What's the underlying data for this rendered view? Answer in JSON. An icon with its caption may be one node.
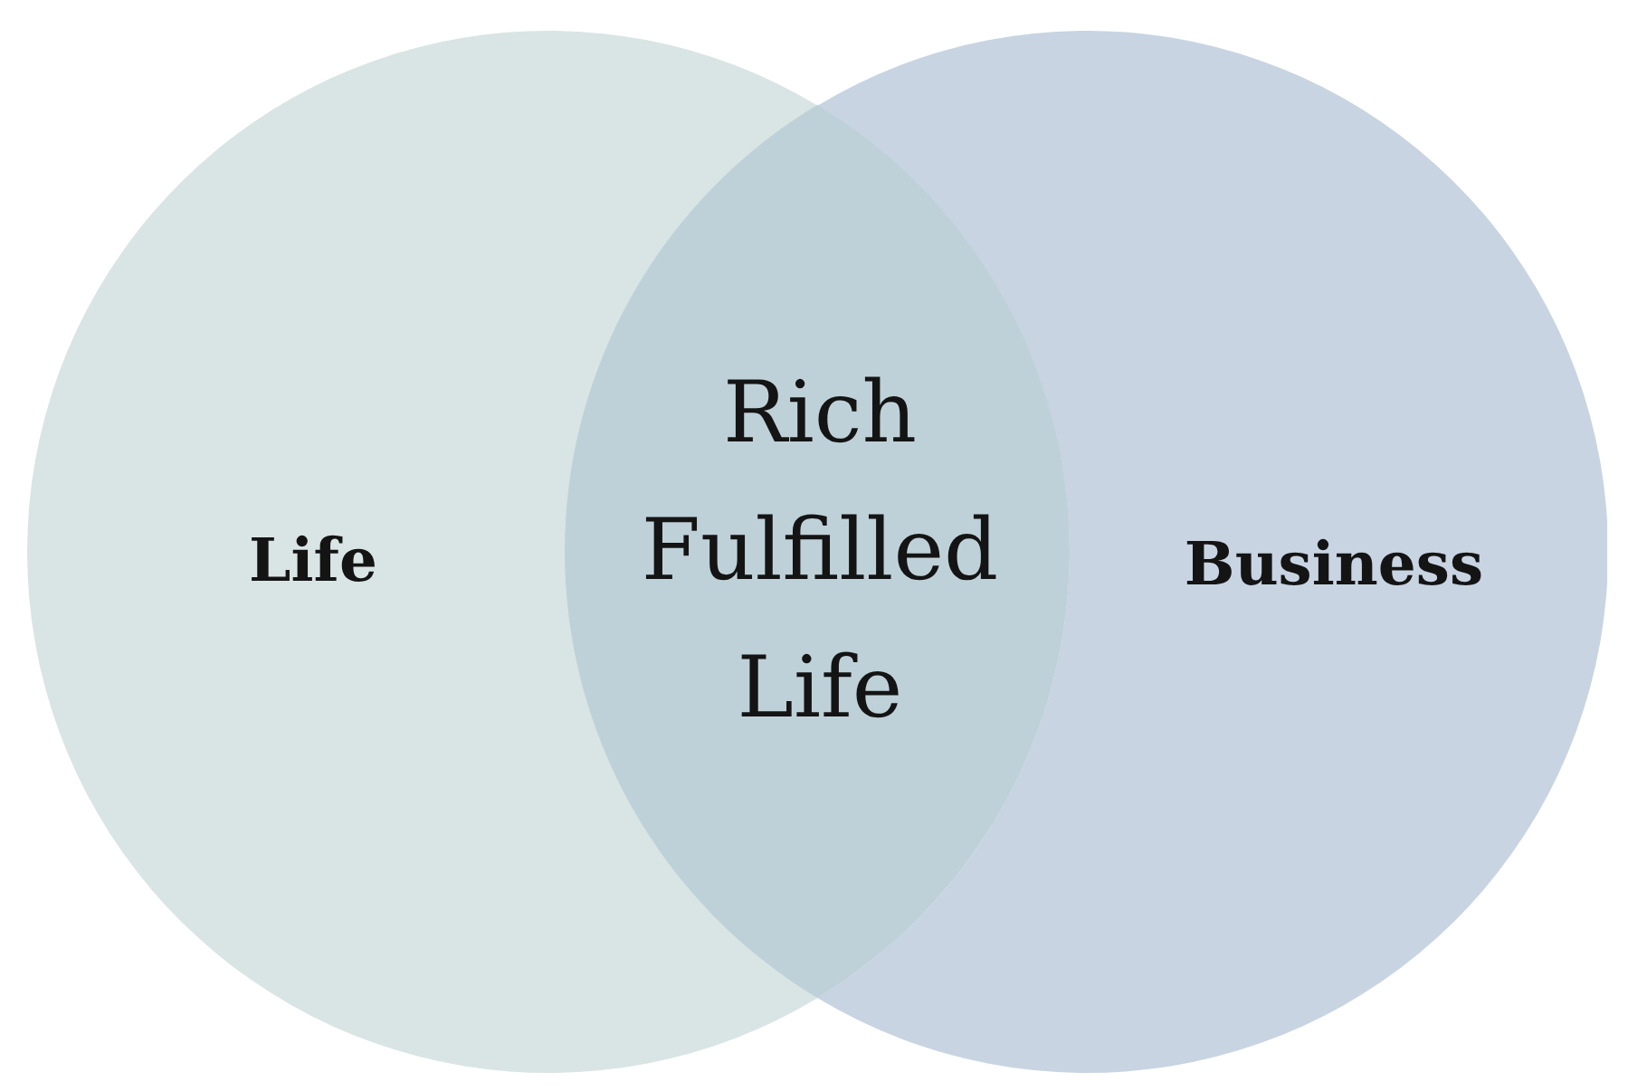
{
  "diagram": {
    "nodes": [
      {
        "text": [
          "Life"
        ]
      },
      {
        "text": [
          "Rich Fulfilled Life"
        ]
      },
      {
        "text": [
          "Business"
        ]
      }
    ],
    "edges": []
  }
}
